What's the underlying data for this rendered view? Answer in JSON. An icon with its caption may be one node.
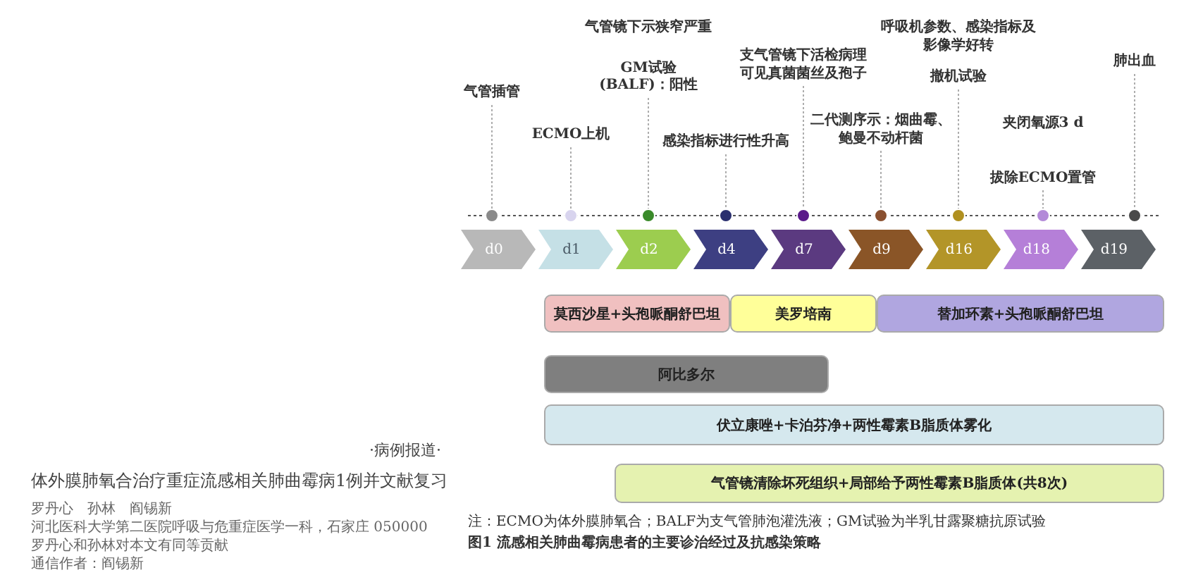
{
  "diagram": {
    "caption": "图1 流感相关肺曲霉病患者的主要诊治经过及抗感染策略",
    "nodes": [
      {
        "text": [
          "气管插管"
        ]
      },
      {
        "text": [
          "ECMO上机"
        ]
      },
      {
        "text": [
          "气管镜下示狭窄严重",
          "GM试验(BALF)：阳性"
        ]
      },
      {
        "text": [
          "感染指标进行性升高"
        ]
      },
      {
        "text": [
          "支气管镜下活检病理可见真菌菌丝及孢子"
        ]
      },
      {
        "text": [
          "二代测序示：烟曲霉、鲍曼不动杆菌"
        ]
      },
      {
        "text": [
          "呼吸机参数、感染指标及影像学好转",
          "撤机试验"
        ]
      },
      {
        "text": [
          "夹闭氧源3 d",
          "拔除ECMO置管"
        ]
      },
      {
        "text": [
          "肺出血"
        ]
      },
      {
        "text": [],
        "shape": "circle"
      },
      {
        "text": [],
        "shape": "circle"
      },
      {
        "text": [],
        "shape": "circle"
      },
      {
        "text": [],
        "shape": "circle"
      },
      {
        "text": [],
        "shape": "circle"
      },
      {
        "text": [],
        "shape": "circle"
      },
      {
        "text": [],
        "shape": "circle"
      },
      {
        "text": [],
        "shape": "circle"
      },
      {
        "text": [],
        "shape": "circle"
      },
      {
        "text": [
          "d0"
        ]
      },
      {
        "text": [
          "d1"
        ]
      },
      {
        "text": [
          "d2"
        ]
      },
      {
        "text": [
          "d4"
        ]
      },
      {
        "text": [
          "d7"
        ]
      },
      {
        "text": [
          "d9"
        ]
      },
      {
        "text": [
          "d16"
        ]
      },
      {
        "text": [
          "d18"
        ]
      },
      {
        "text": [
          "d19"
        ]
      },
      {
        "text": [
          "莫西沙星+头孢哌酮舒巴坦"
        ]
      },
      {
        "text": [
          "美罗培南"
        ]
      },
      {
        "text": [
          "替加环素+头孢哌酮舒巴坦"
        ]
      },
      {
        "text": [
          "阿比多尔"
        ]
      },
      {
        "text": [
          "伏立康唑+卡泊芬净+两性霉素B脂质体雾化"
        ]
      },
      {
        "text": [
          "气管镜清除坏死组织+局部给予两性霉素B脂质体(共8次)"
        ]
      }
    ],
    "edges": [
      {
        "from": 0,
        "to": 9,
        "arrow": "none"
      },
      {
        "from": 1,
        "to": 10,
        "arrow": "none"
      },
      {
        "from": 2,
        "to": 11,
        "arrow": "none"
      },
      {
        "from": 3,
        "to": 12,
        "arrow": "none"
      },
      {
        "from": 4,
        "to": 13,
        "arrow": "none"
      },
      {
        "from": 5,
        "to": 14,
        "arrow": "none"
      },
      {
        "from": 6,
        "to": 15,
        "arrow": "none"
      },
      {
        "from": 7,
        "to": 16,
        "arrow": "none"
      },
      {
        "from": 8,
        "to": 17,
        "arrow": "none"
      }
    ],
    "labels": [
      "·病例报道·",
      "体外膜肺氧合治疗重症流感相关肺曲霉病1例并文献复习",
      "罗丹心　孙林　阎锡新",
      "河北医科大学第二医院呼吸与危重症医学一科，石家庄 050000",
      "罗丹心和孙林对本文有同等贡献",
      "通信作者：阎锡新",
      "注：ECMO为体外膜肺氧合；BALF为支气管肺泡灌洗液；GM试验为半乳甘露聚糖抗原试验"
    ]
  }
}
